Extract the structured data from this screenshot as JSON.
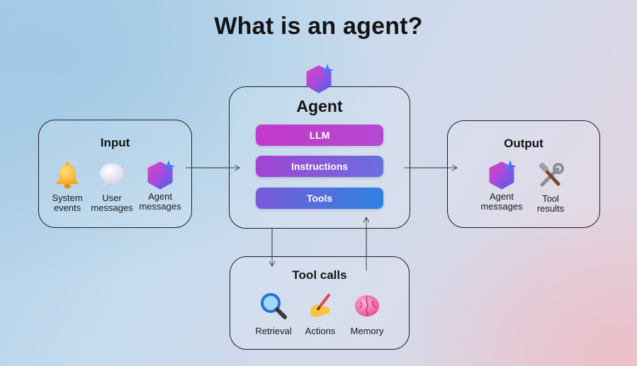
{
  "title": "What is an agent?",
  "input": {
    "title": "Input",
    "items": [
      {
        "label": "System\nevents",
        "icon": "bell-icon"
      },
      {
        "label": "User\nmessages",
        "icon": "speech-bubble-icon"
      },
      {
        "label": "Agent\nmessages",
        "icon": "agent-hexagon-icon"
      }
    ]
  },
  "agent": {
    "title": "Agent",
    "icon": "agent-hexagon-icon",
    "pills": [
      "LLM",
      "Instructions",
      "Tools"
    ]
  },
  "output": {
    "title": "Output",
    "items": [
      {
        "label": "Agent\nmessages",
        "icon": "agent-hexagon-icon"
      },
      {
        "label": "Tool\nresults",
        "icon": "hammer-wrench-icon"
      }
    ]
  },
  "tool_calls": {
    "title": "Tool calls",
    "items": [
      {
        "label": "Retrieval",
        "icon": "magnifier-icon"
      },
      {
        "label": "Actions",
        "icon": "writing-hand-icon"
      },
      {
        "label": "Memory",
        "icon": "brain-icon"
      }
    ]
  },
  "colors": {
    "pill_llm": "#c53cc8",
    "pill_instructions": "#9a4fd6",
    "pill_tools": "#3b7de2",
    "outline": "#1f1f1f"
  }
}
